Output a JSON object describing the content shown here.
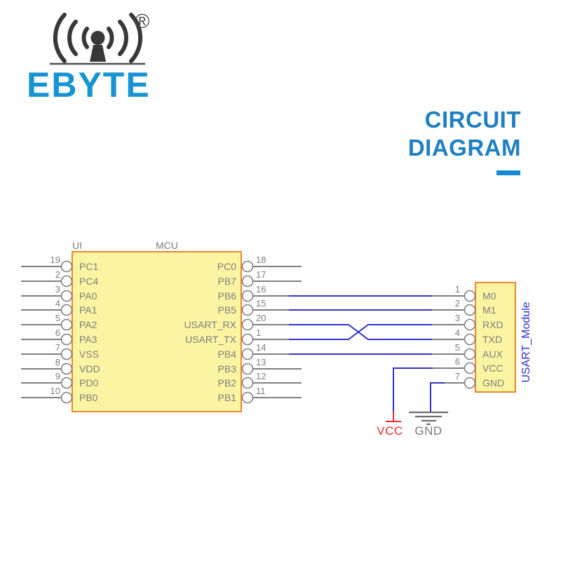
{
  "logo": {
    "registered": "®",
    "wordmark": "EBYTE"
  },
  "title": {
    "line1": "CIRCUIT",
    "line2": "DIAGRAM"
  },
  "colors": {
    "brand_blue": "#1795d3",
    "title_blue": "#1e7fc2",
    "wire_blue": "#3333cc",
    "component_fill": "#fbf5a3",
    "component_border": "#ed872e",
    "circuit_gray": "#7d7d7d",
    "vcc_red": "#fb2b2b"
  },
  "mcu": {
    "designator": "UI",
    "name": "MCU",
    "left_pins": [
      {
        "number": "19",
        "label": "PC1"
      },
      {
        "number": "2",
        "label": "PC4"
      },
      {
        "number": "3",
        "label": "PA0"
      },
      {
        "number": "4",
        "label": "PA1"
      },
      {
        "number": "5",
        "label": "PA2"
      },
      {
        "number": "6",
        "label": "PA3"
      },
      {
        "number": "7",
        "label": "VSS"
      },
      {
        "number": "8",
        "label": "VDD"
      },
      {
        "number": "9",
        "label": "PD0"
      },
      {
        "number": "10",
        "label": "PB0"
      }
    ],
    "right_pins": [
      {
        "number": "18",
        "label": "PC0"
      },
      {
        "number": "17",
        "label": "PB7"
      },
      {
        "number": "16",
        "label": "PB6"
      },
      {
        "number": "15",
        "label": "PB5"
      },
      {
        "number": "20",
        "label": "USART_RX"
      },
      {
        "number": "1",
        "label": "USART_TX"
      },
      {
        "number": "14",
        "label": "PB4"
      },
      {
        "number": "13",
        "label": "PB3"
      },
      {
        "number": "12",
        "label": "PB2"
      },
      {
        "number": "11",
        "label": "PB1"
      }
    ]
  },
  "module": {
    "name": "USART_Module",
    "pins": [
      {
        "number": "1",
        "label": "M0"
      },
      {
        "number": "2",
        "label": "M1"
      },
      {
        "number": "3",
        "label": "RXD"
      },
      {
        "number": "4",
        "label": "TXD"
      },
      {
        "number": "5",
        "label": "AUX"
      },
      {
        "number": "6",
        "label": "VCC"
      },
      {
        "number": "7",
        "label": "GND"
      }
    ]
  },
  "power": {
    "vcc": "VCC",
    "gnd": "GND"
  }
}
